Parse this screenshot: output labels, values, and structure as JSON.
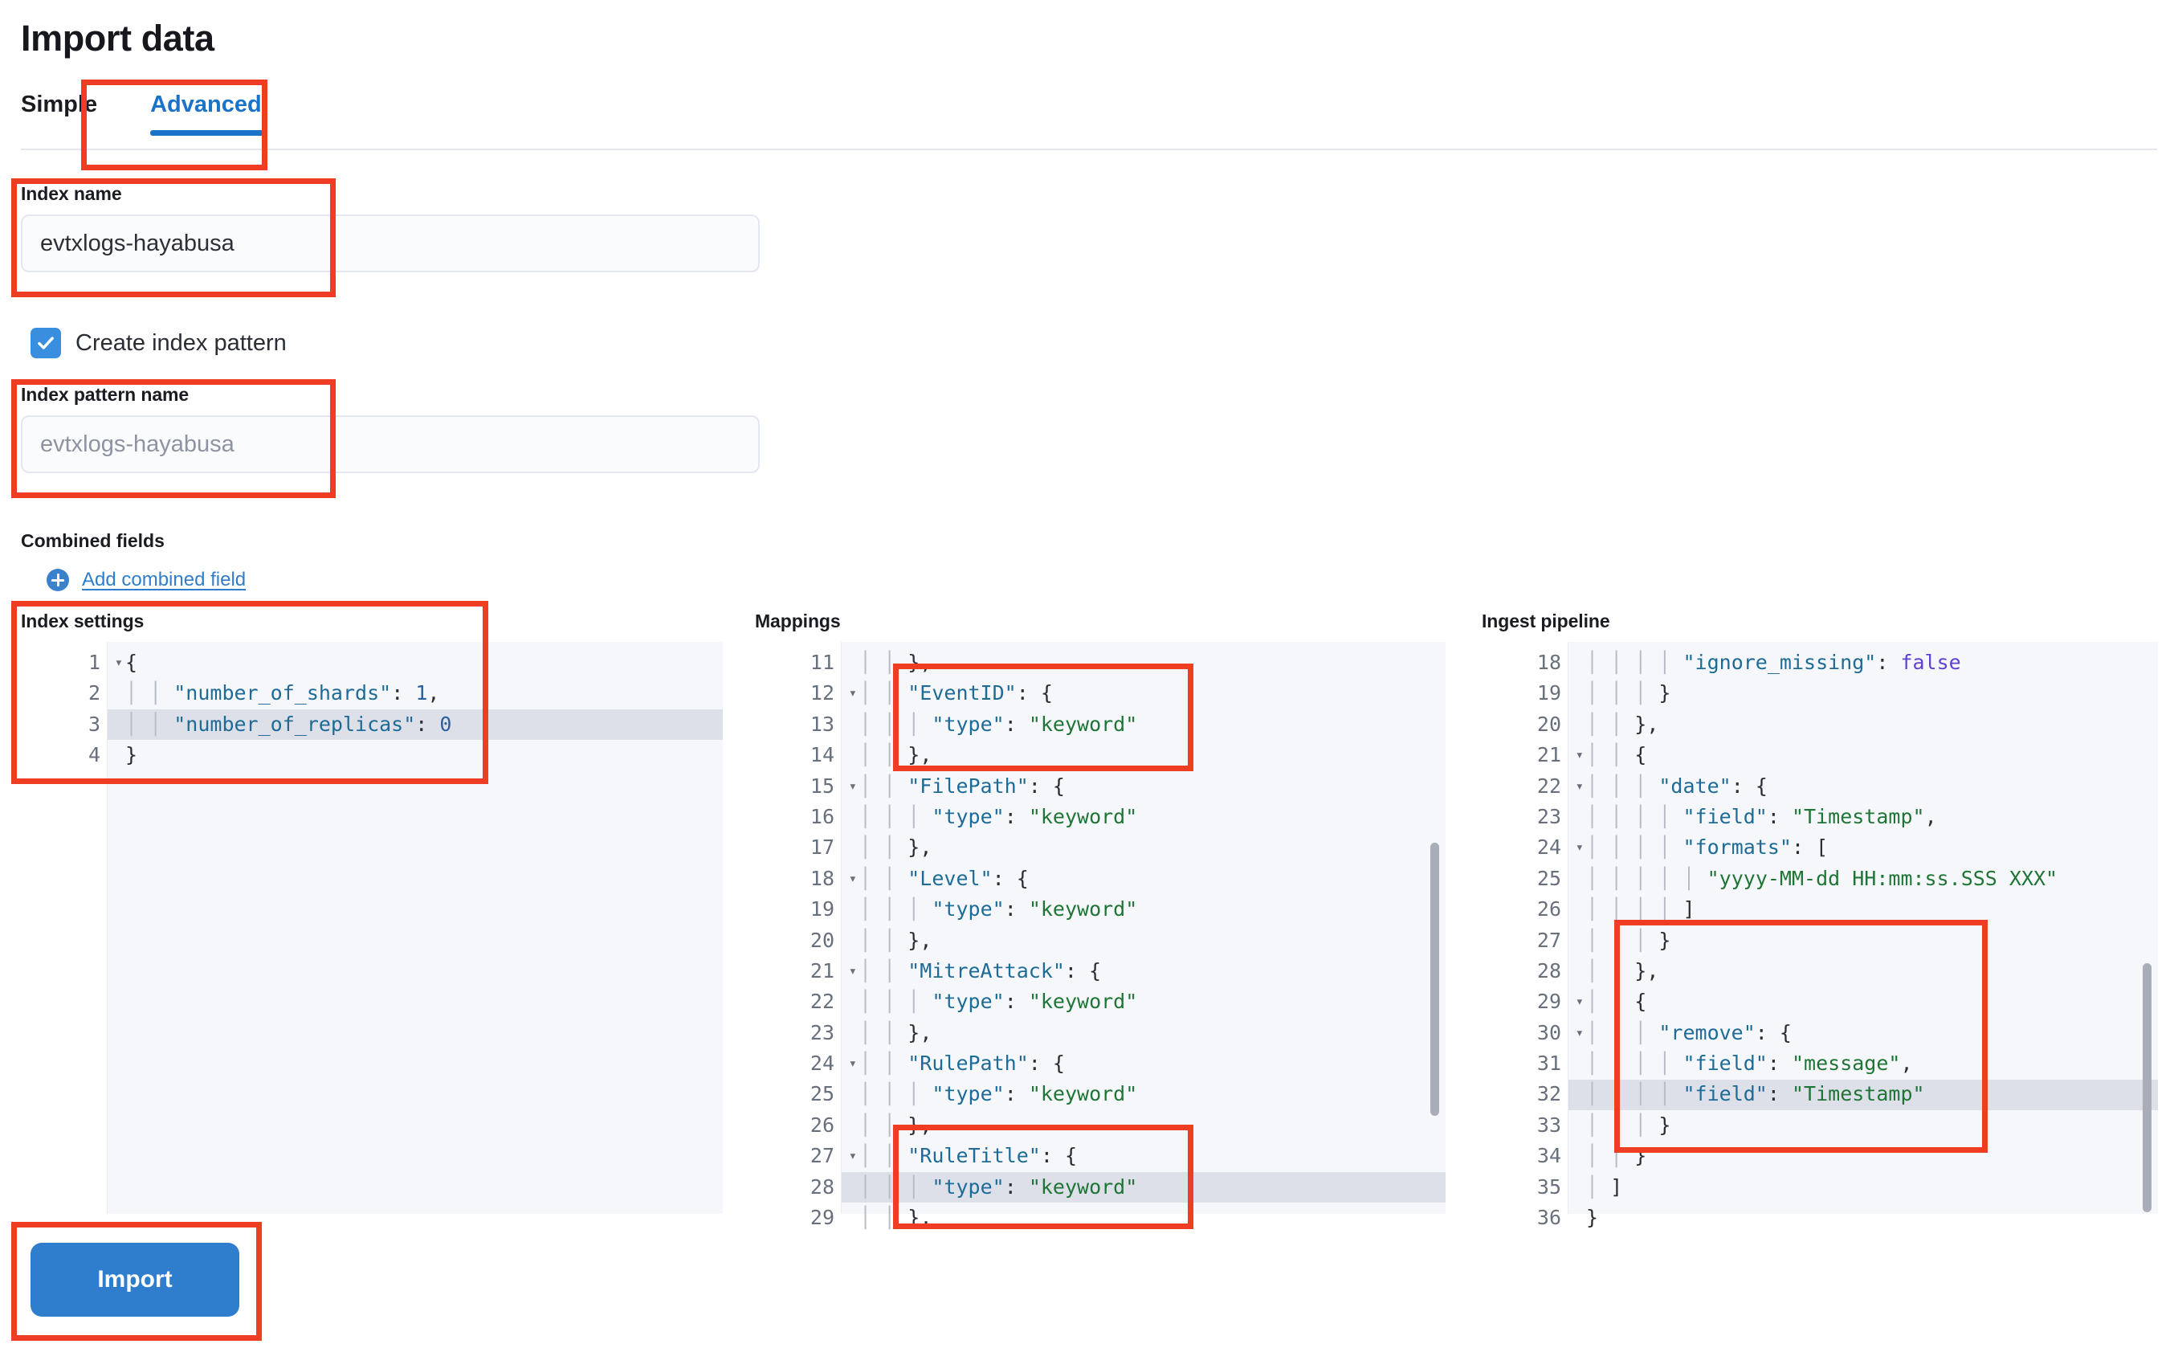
{
  "header": {
    "title": "Import data"
  },
  "tabs": [
    {
      "label": "Simple",
      "active": false
    },
    {
      "label": "Advanced",
      "active": true
    }
  ],
  "index_name": {
    "label": "Index name",
    "value": "evtxlogs-hayabusa"
  },
  "create_index_pattern": {
    "label": "Create index pattern",
    "checked": true,
    "icon": "checkmark-icon"
  },
  "index_pattern_name": {
    "label": "Index pattern name",
    "value": "",
    "placeholder": "evtxlogs-hayabusa"
  },
  "combined_fields": {
    "label": "Combined fields",
    "add_label": "Add combined field",
    "add_icon": "plus-circle-icon"
  },
  "editors": {
    "index_settings": {
      "heading": "Index settings",
      "first_line": 1,
      "highlight_line": 3,
      "lines": [
        {
          "n": 1,
          "fold": true,
          "text": "{"
        },
        {
          "n": 2,
          "fold": false,
          "text": "    \"number_of_shards\": 1,"
        },
        {
          "n": 3,
          "fold": false,
          "text": "    \"number_of_replicas\": 0"
        },
        {
          "n": 4,
          "fold": false,
          "text": "}"
        }
      ]
    },
    "mappings": {
      "heading": "Mappings",
      "first_line": 11,
      "highlight_line": 28,
      "lines": [
        {
          "n": 11,
          "fold": false,
          "text": "    },"
        },
        {
          "n": 12,
          "fold": true,
          "text": "    \"EventID\": {"
        },
        {
          "n": 13,
          "fold": false,
          "text": "      \"type\": \"keyword\""
        },
        {
          "n": 14,
          "fold": false,
          "text": "    },"
        },
        {
          "n": 15,
          "fold": true,
          "text": "    \"FilePath\": {"
        },
        {
          "n": 16,
          "fold": false,
          "text": "      \"type\": \"keyword\""
        },
        {
          "n": 17,
          "fold": false,
          "text": "    },"
        },
        {
          "n": 18,
          "fold": true,
          "text": "    \"Level\": {"
        },
        {
          "n": 19,
          "fold": false,
          "text": "      \"type\": \"keyword\""
        },
        {
          "n": 20,
          "fold": false,
          "text": "    },"
        },
        {
          "n": 21,
          "fold": true,
          "text": "    \"MitreAttack\": {"
        },
        {
          "n": 22,
          "fold": false,
          "text": "      \"type\": \"keyword\""
        },
        {
          "n": 23,
          "fold": false,
          "text": "    },"
        },
        {
          "n": 24,
          "fold": true,
          "text": "    \"RulePath\": {"
        },
        {
          "n": 25,
          "fold": false,
          "text": "      \"type\": \"keyword\""
        },
        {
          "n": 26,
          "fold": false,
          "text": "    },"
        },
        {
          "n": 27,
          "fold": true,
          "text": "    \"RuleTitle\": {"
        },
        {
          "n": 28,
          "fold": false,
          "text": "      \"type\": \"keyword\""
        },
        {
          "n": 29,
          "fold": false,
          "text": "    },"
        }
      ]
    },
    "ingest_pipeline": {
      "heading": "Ingest pipeline",
      "first_line": 18,
      "highlight_line": 32,
      "lines": [
        {
          "n": 18,
          "fold": false,
          "text": "        \"ignore_missing\": false"
        },
        {
          "n": 19,
          "fold": false,
          "text": "      }"
        },
        {
          "n": 20,
          "fold": false,
          "text": "    },"
        },
        {
          "n": 21,
          "fold": true,
          "text": "    {"
        },
        {
          "n": 22,
          "fold": true,
          "text": "      \"date\": {"
        },
        {
          "n": 23,
          "fold": false,
          "text": "        \"field\": \"Timestamp\","
        },
        {
          "n": 24,
          "fold": true,
          "text": "        \"formats\": ["
        },
        {
          "n": 25,
          "fold": false,
          "text": "          \"yyyy-MM-dd HH:mm:ss.SSS XXX\""
        },
        {
          "n": 26,
          "fold": false,
          "text": "        ]"
        },
        {
          "n": 27,
          "fold": false,
          "text": "      }"
        },
        {
          "n": 28,
          "fold": false,
          "text": "    },"
        },
        {
          "n": 29,
          "fold": true,
          "text": "    {"
        },
        {
          "n": 30,
          "fold": true,
          "text": "      \"remove\": {"
        },
        {
          "n": 31,
          "fold": false,
          "text": "        \"field\": \"message\","
        },
        {
          "n": 32,
          "fold": false,
          "text": "        \"field\": \"Timestamp\""
        },
        {
          "n": 33,
          "fold": false,
          "text": "      }"
        },
        {
          "n": 34,
          "fold": false,
          "text": "    }"
        },
        {
          "n": 35,
          "fold": false,
          "text": "  ]"
        },
        {
          "n": 36,
          "fold": false,
          "text": "}"
        }
      ]
    }
  },
  "import_button": {
    "label": "Import"
  },
  "colors": {
    "accent": "#2f7dcd",
    "annotation": "#ef3d23",
    "editor_bg": "#f6f7fb",
    "highlight_row": "#dde0e9",
    "string": "#1e7535",
    "key": "#1d6b96",
    "boolean": "#5f3fd6"
  }
}
